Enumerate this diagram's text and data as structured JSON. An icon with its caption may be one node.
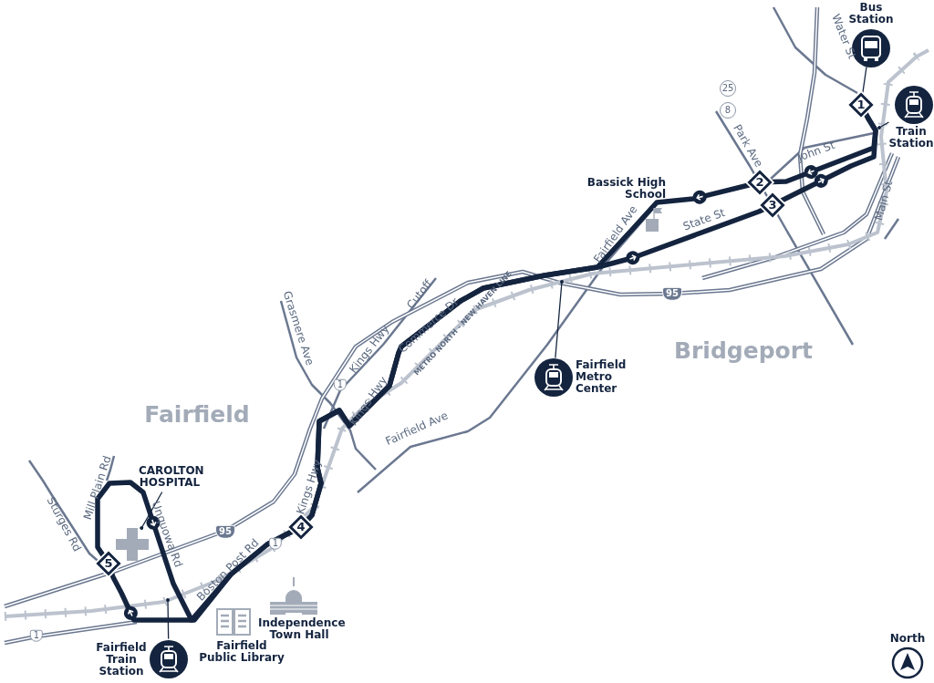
{
  "diagram": {
    "nodes": [
      {
        "text": [
          "Bus Station"
        ]
      },
      {
        "text": [
          "Train Station"
        ]
      },
      {
        "text": [
          "1"
        ]
      },
      {
        "text": [
          "2"
        ]
      },
      {
        "text": [
          "3"
        ]
      },
      {
        "text": [
          "4"
        ]
      },
      {
        "text": [
          "5"
        ]
      },
      {
        "text": [
          "Fairfield Metro Center"
        ]
      },
      {
        "text": [
          "CAROLTON HOSPITAL"
        ]
      },
      {
        "text": [],
        "shape": "picture"
      },
      {
        "text": [
          "Fairfield Train Station"
        ]
      }
    ],
    "edges": [
      {
        "from": 0,
        "to": 2,
        "arrow": "none"
      },
      {
        "from": 1,
        "to": null,
        "arrow": "other"
      },
      {
        "from": 7,
        "to": null,
        "arrow": "other"
      },
      {
        "from": 8,
        "to": 9,
        "arrow": "other"
      },
      {
        "from": 10,
        "to": null,
        "arrow": "other"
      },
      {
        "from": 2,
        "to": 3,
        "arrow": "to"
      },
      {
        "from": 3,
        "to": 5,
        "arrow": "to"
      },
      {
        "from": 5,
        "to": 6,
        "arrow": "to"
      },
      {
        "from": 6,
        "to": 5,
        "arrow": "to"
      },
      {
        "from": 5,
        "to": 4,
        "arrow": "to"
      },
      {
        "from": 4,
        "to": 2,
        "arrow": "to"
      }
    ],
    "labels": [
      "Water St",
      "25",
      "8",
      "Park Ave",
      "Bassick High School",
      "John St",
      "State St",
      "Fairfield Ave",
      "Main St",
      "Cutoff",
      "Commerce Dr",
      "Grasmere Ave",
      "Kings Hwy",
      "95",
      "METRO NORTH - NEW HAVEN LINE",
      "Bridgeport",
      "1",
      "Kings Hwy",
      "Fairfield",
      "Fairfield Ave",
      "Mill Plain Rd",
      "Kings Hwy",
      "Sturges Rd",
      "Unquowa Rd",
      "95",
      "1",
      "Boston Post Rd",
      "1",
      "Fairfield Public Library",
      "Independence Town Hall",
      "North"
    ]
  }
}
